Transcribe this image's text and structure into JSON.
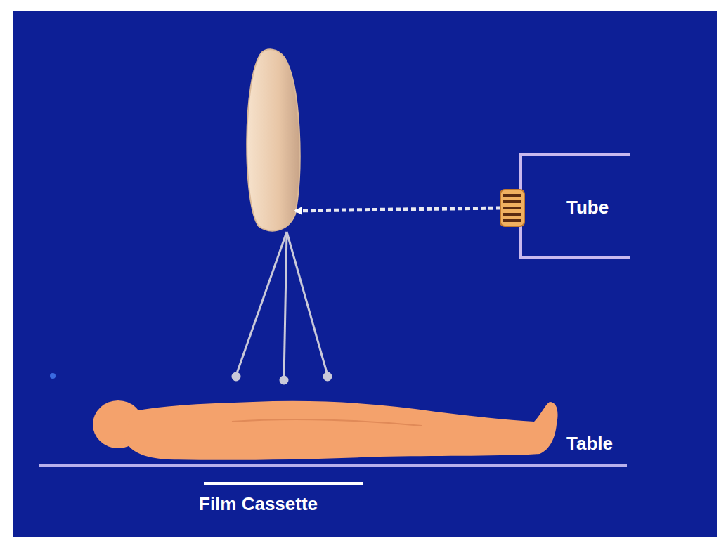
{
  "diagram": {
    "labels": [
      "Tube",
      "Table",
      "Film Cassette"
    ]
  }
}
